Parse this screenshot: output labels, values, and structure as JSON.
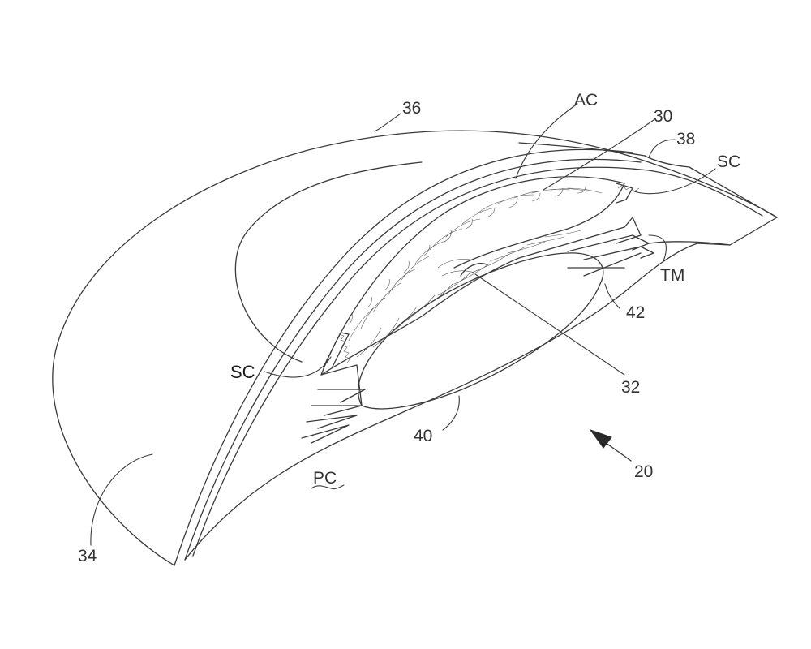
{
  "labels": {
    "ref_36": "36",
    "ref_ac": "AC",
    "ref_30": "30",
    "ref_38": "38",
    "ref_sc_right": "SC",
    "ref_tm": "TM",
    "ref_42": "42",
    "ref_sc_left": "SC",
    "ref_32": "32",
    "ref_40": "40",
    "ref_20": "20",
    "ref_pc": "PC",
    "ref_34": "34"
  }
}
